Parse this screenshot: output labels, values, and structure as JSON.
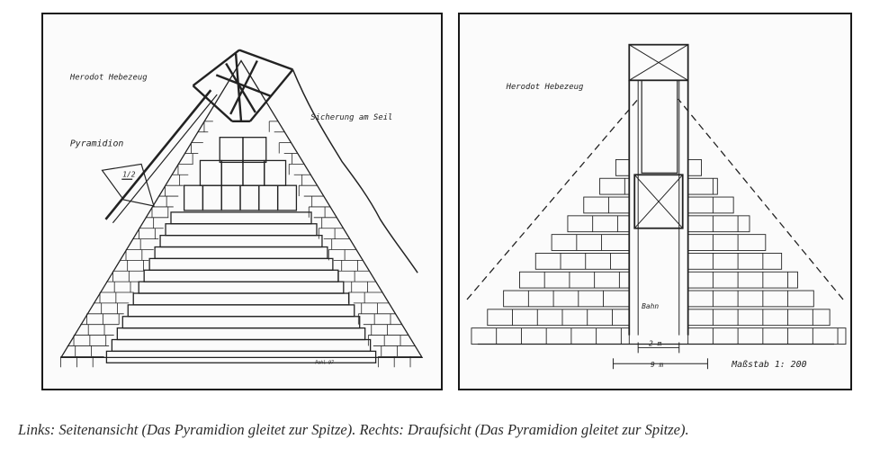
{
  "left": {
    "label_device": "Herodot Hebezeug",
    "label_pyramidion": "Pyramidion",
    "label_rope": "Sicherung am Seil",
    "label_fraction": "1/2",
    "signature": "Pohl 97"
  },
  "right": {
    "label_device": "Herodot Hebezeug",
    "label_track": "Bahn",
    "dim_inner": "2 m",
    "dim_outer": "9 m",
    "scale": "Maßstab 1: 200"
  },
  "caption": "Links: Seitenansicht (Das Pyramidion gleitet zur Spitze). Rechts: Draufsicht (Das Pyramidion gleitet zur Spitze)."
}
